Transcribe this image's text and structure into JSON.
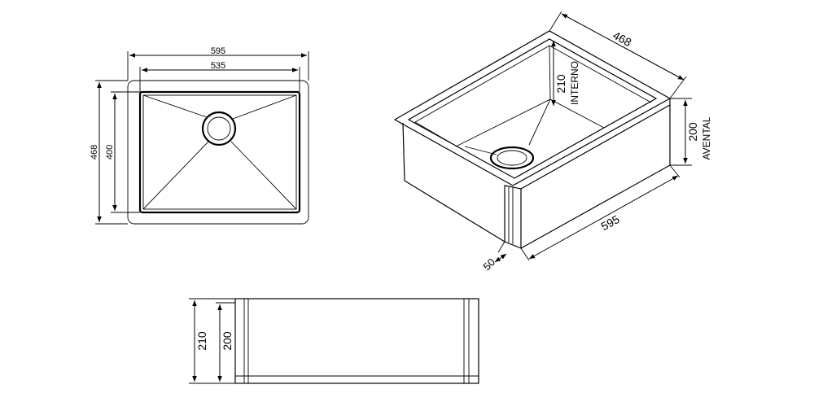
{
  "top_view": {
    "width_outer": "595",
    "width_inner": "535",
    "depth_outer": "468",
    "depth_inner": "400"
  },
  "iso_view": {
    "depth": "468",
    "internal_height": "210",
    "internal_label": "INTERNO",
    "apron_height": "200",
    "apron_label": "AVENTAL",
    "length": "595",
    "apron_offset": "50"
  },
  "front_view": {
    "height_total": "210",
    "height_apron": "200"
  }
}
